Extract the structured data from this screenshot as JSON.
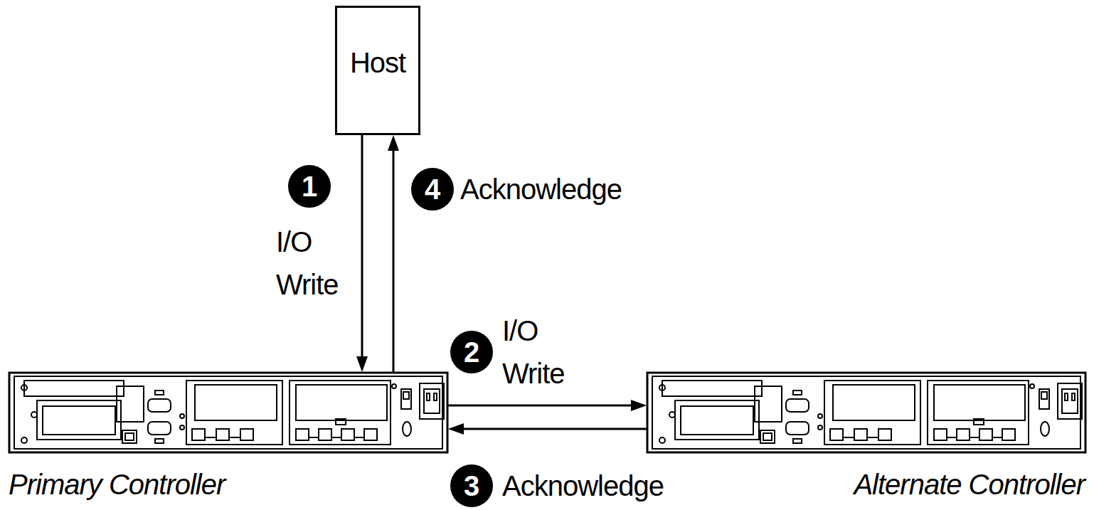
{
  "diagram": {
    "nodes": [
      {
        "text": [
          "Host"
        ]
      },
      {
        "text": [
          "Primary Controller"
        ]
      },
      {
        "text": [
          "Alternate Controller"
        ]
      }
    ],
    "edges": [
      {
        "from": 0,
        "to": 1,
        "arrow": "to",
        "label": "I/O Write"
      },
      {
        "from": 1,
        "to": 0,
        "arrow": "to",
        "label": "Acknowledge"
      },
      {
        "from": 1,
        "to": 2,
        "arrow": "to",
        "label": "I/O Write"
      },
      {
        "from": 2,
        "to": 1,
        "arrow": "to",
        "label": "Acknowledge"
      }
    ],
    "labels": [
      "1",
      "2",
      "3",
      "4"
    ]
  }
}
